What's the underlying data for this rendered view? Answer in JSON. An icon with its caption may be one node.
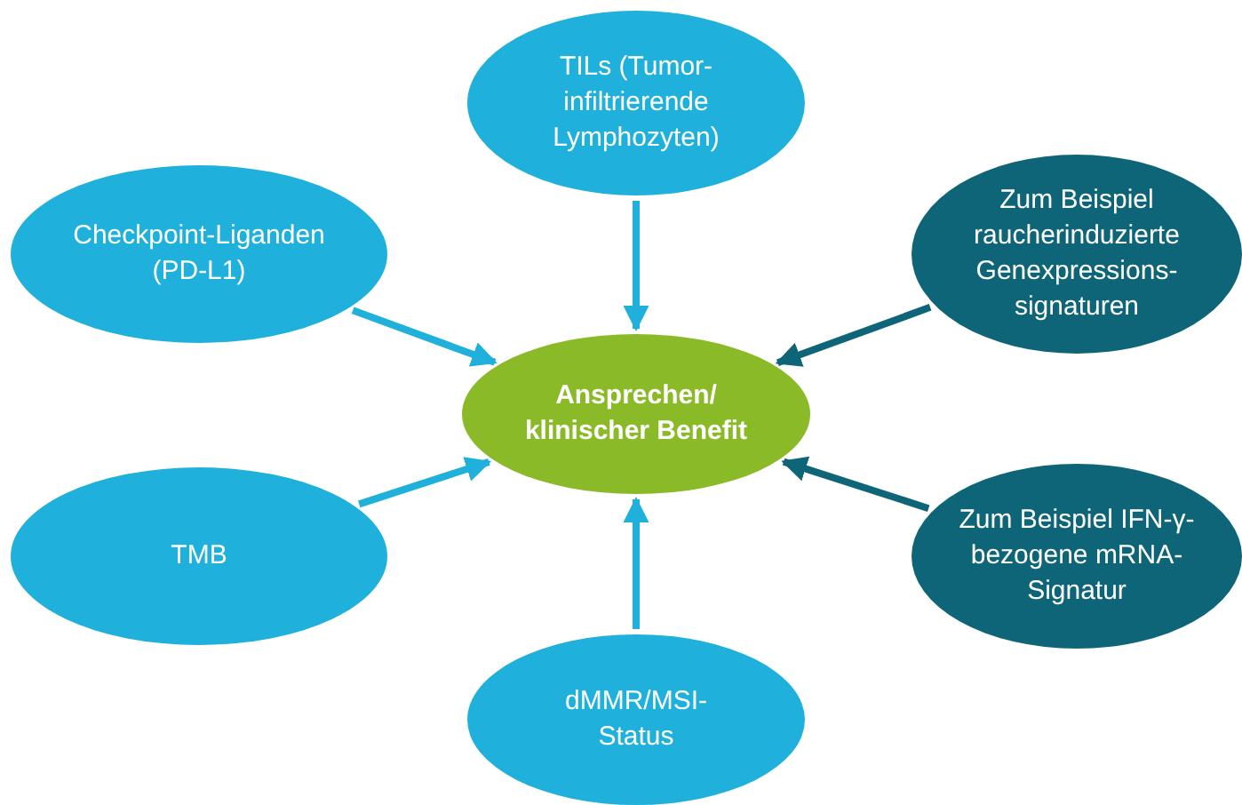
{
  "diagram": {
    "nodes": [
      {
        "text": [
          "Ansprechen/ klinischer Benefit"
        ]
      },
      {
        "text": [
          "TILs (Tumor-infiltrierende Lymphozyten)"
        ]
      },
      {
        "text": [
          "Checkpoint-Liganden (PD-L1)"
        ]
      },
      {
        "text": [
          "Zum Beispiel raucherinduzierte Genexpressions-signaturen"
        ]
      },
      {
        "text": [
          "TMB"
        ]
      },
      {
        "text": [
          "Zum Beispiel IFN-γ-bezogene mRNA-Signatur"
        ]
      },
      {
        "text": [
          "dMMR/MSI-Status"
        ]
      }
    ],
    "edges": [
      {
        "from": 1,
        "to": 0,
        "arrow": "to"
      },
      {
        "from": 2,
        "to": 0,
        "arrow": "to"
      },
      {
        "from": 3,
        "to": 0,
        "arrow": "to",
        "color": "#0e6577"
      },
      {
        "from": 4,
        "to": 0,
        "arrow": "to"
      },
      {
        "from": 5,
        "to": 0,
        "arrow": "to",
        "color": "#0e6577"
      },
      {
        "from": 6,
        "to": 0,
        "arrow": "to"
      }
    ]
  }
}
